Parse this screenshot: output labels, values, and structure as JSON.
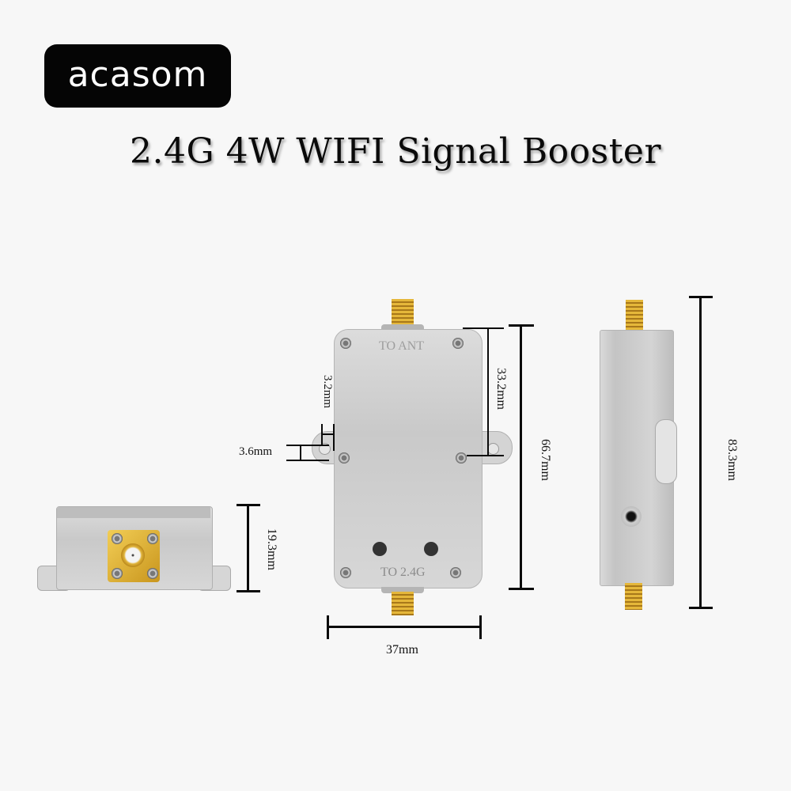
{
  "brand": {
    "logo_text": "acasom"
  },
  "title": "2.4G 4W WIFI Signal Booster",
  "front_view": {
    "top_label": "TO ANT",
    "bottom_label": "TO 2.4G"
  },
  "dimensions": {
    "hole_diameter": "3.6mm",
    "hole_offset": "3.2mm",
    "hole_to_top": "33.2mm",
    "body_height": "66.7mm",
    "width": "37mm",
    "total_length": "83.3mm",
    "thickness": "19.3mm"
  },
  "colors": {
    "background": "#f7f7f7",
    "logo_bg": "#050505",
    "metal": "#cfcfcf",
    "gold": "#d9a92e"
  }
}
